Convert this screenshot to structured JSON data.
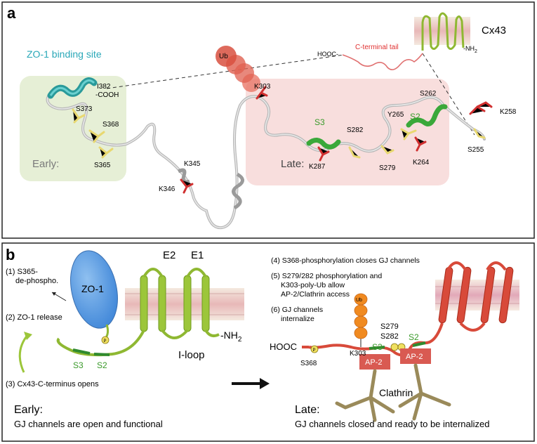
{
  "panel_a": {
    "letter": "a",
    "labels": {
      "zo1_site": "ZO-1 binding site",
      "i382": "I382",
      "cooh": "-COOH",
      "s373": "S373",
      "s368": "S368",
      "s365": "S365",
      "early": "Early:",
      "k345": "K345",
      "k346": "K346",
      "ub": "Ub",
      "k303": "K303",
      "late": "Late:",
      "s3": "S3",
      "k287": "K287",
      "s282": "S282",
      "s279": "S279",
      "y265": "Y265",
      "s2": "S2",
      "k264": "K264",
      "s262": "S262",
      "k258": "K258",
      "s255": "S255",
      "hooc": "HOOC-",
      "c_tail": "C-terminal tail",
      "nh2": "-NH",
      "nh2_sub": "2",
      "cx43": "Cx43"
    }
  },
  "panel_b": {
    "letter": "b",
    "left": {
      "step1a": "(1) S365-",
      "step1b": "de-phospho.",
      "zo1": "ZO-1",
      "step2": "(2) ZO-1 release",
      "step3": "(3) Cx43-C-terminus opens",
      "s3": "S3",
      "s2": "S2",
      "p": "P",
      "e2": "E2",
      "e1": "E1",
      "iloop": "I-loop",
      "nh2": "-NH",
      "nh2_sub": "2",
      "early_title": "Early:",
      "early_desc": "GJ channels are open and functional"
    },
    "right": {
      "step4": "(4) S368-phosphorylation closes GJ channels",
      "step5a": "(5) S279/282 phosphorylation and",
      "step5b": "K303-poly-Ub allow",
      "step5c": "AP-2/Clathrin access",
      "step6a": "(6) GJ channels",
      "step6b": "internalize",
      "ub": "Ub",
      "s279": "S279",
      "s282": "S282",
      "hooc": "HOOC",
      "s368": "S368",
      "k303": "K303",
      "s3": "S3",
      "s2": "S2",
      "ap2_1": "AP-2",
      "ap2_2": "AP-2",
      "clathrin": "Clathrin",
      "p": "P",
      "late_title": "Late:",
      "late_desc": "GJ channels closed and ready to be internalized"
    }
  },
  "colors": {
    "early_box": "#e6efd6",
    "late_box": "#f8dedd",
    "zo1_teal": "#2aa8b8",
    "red_label": "#e03030",
    "green_label": "#3a9a2a",
    "ub_orange": "#f08a20",
    "ap2_red": "#d95a52"
  }
}
